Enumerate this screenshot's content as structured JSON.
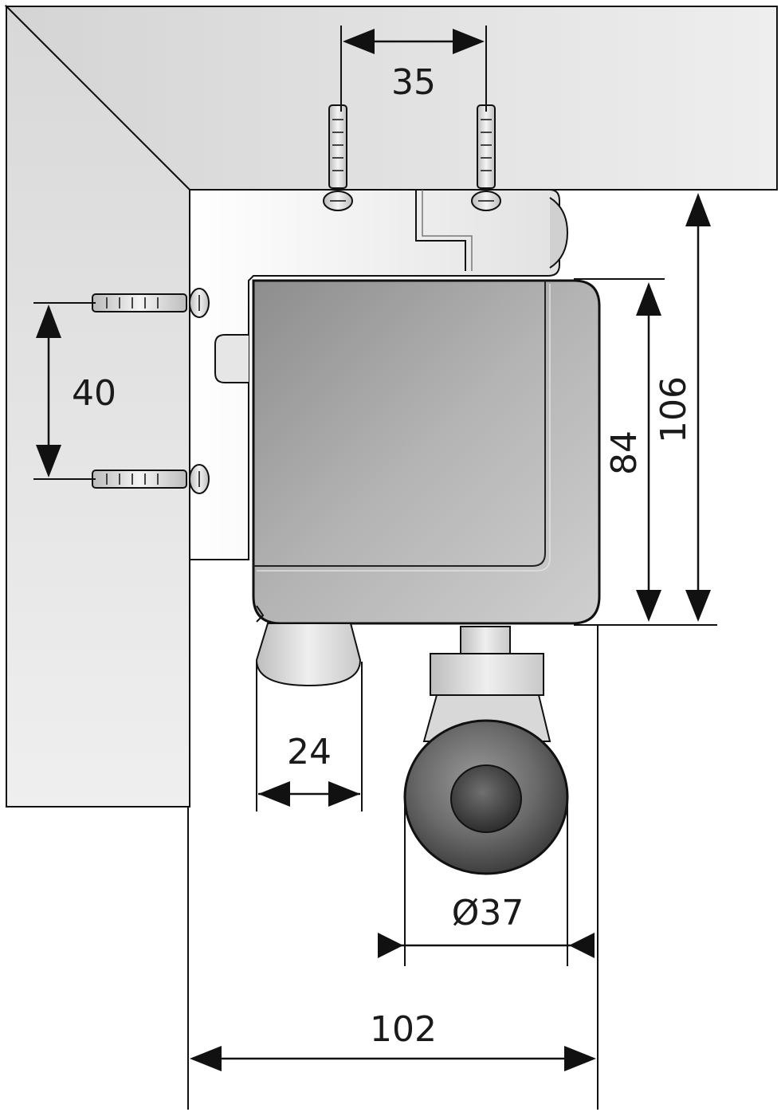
{
  "dimensions": {
    "anchor_spacing_top": "35",
    "anchor_spacing_side": "40",
    "housing_height": "84",
    "overall_height": "106",
    "outlet_width": "24",
    "inlet_diameter": "Ø37",
    "overall_width": "102"
  },
  "colors": {
    "wall": "#dcdcdc",
    "housing": "#a9a9a9",
    "bracket": "#f0f0f0",
    "outline": "#111111",
    "inlet_rubber": "#555555"
  }
}
